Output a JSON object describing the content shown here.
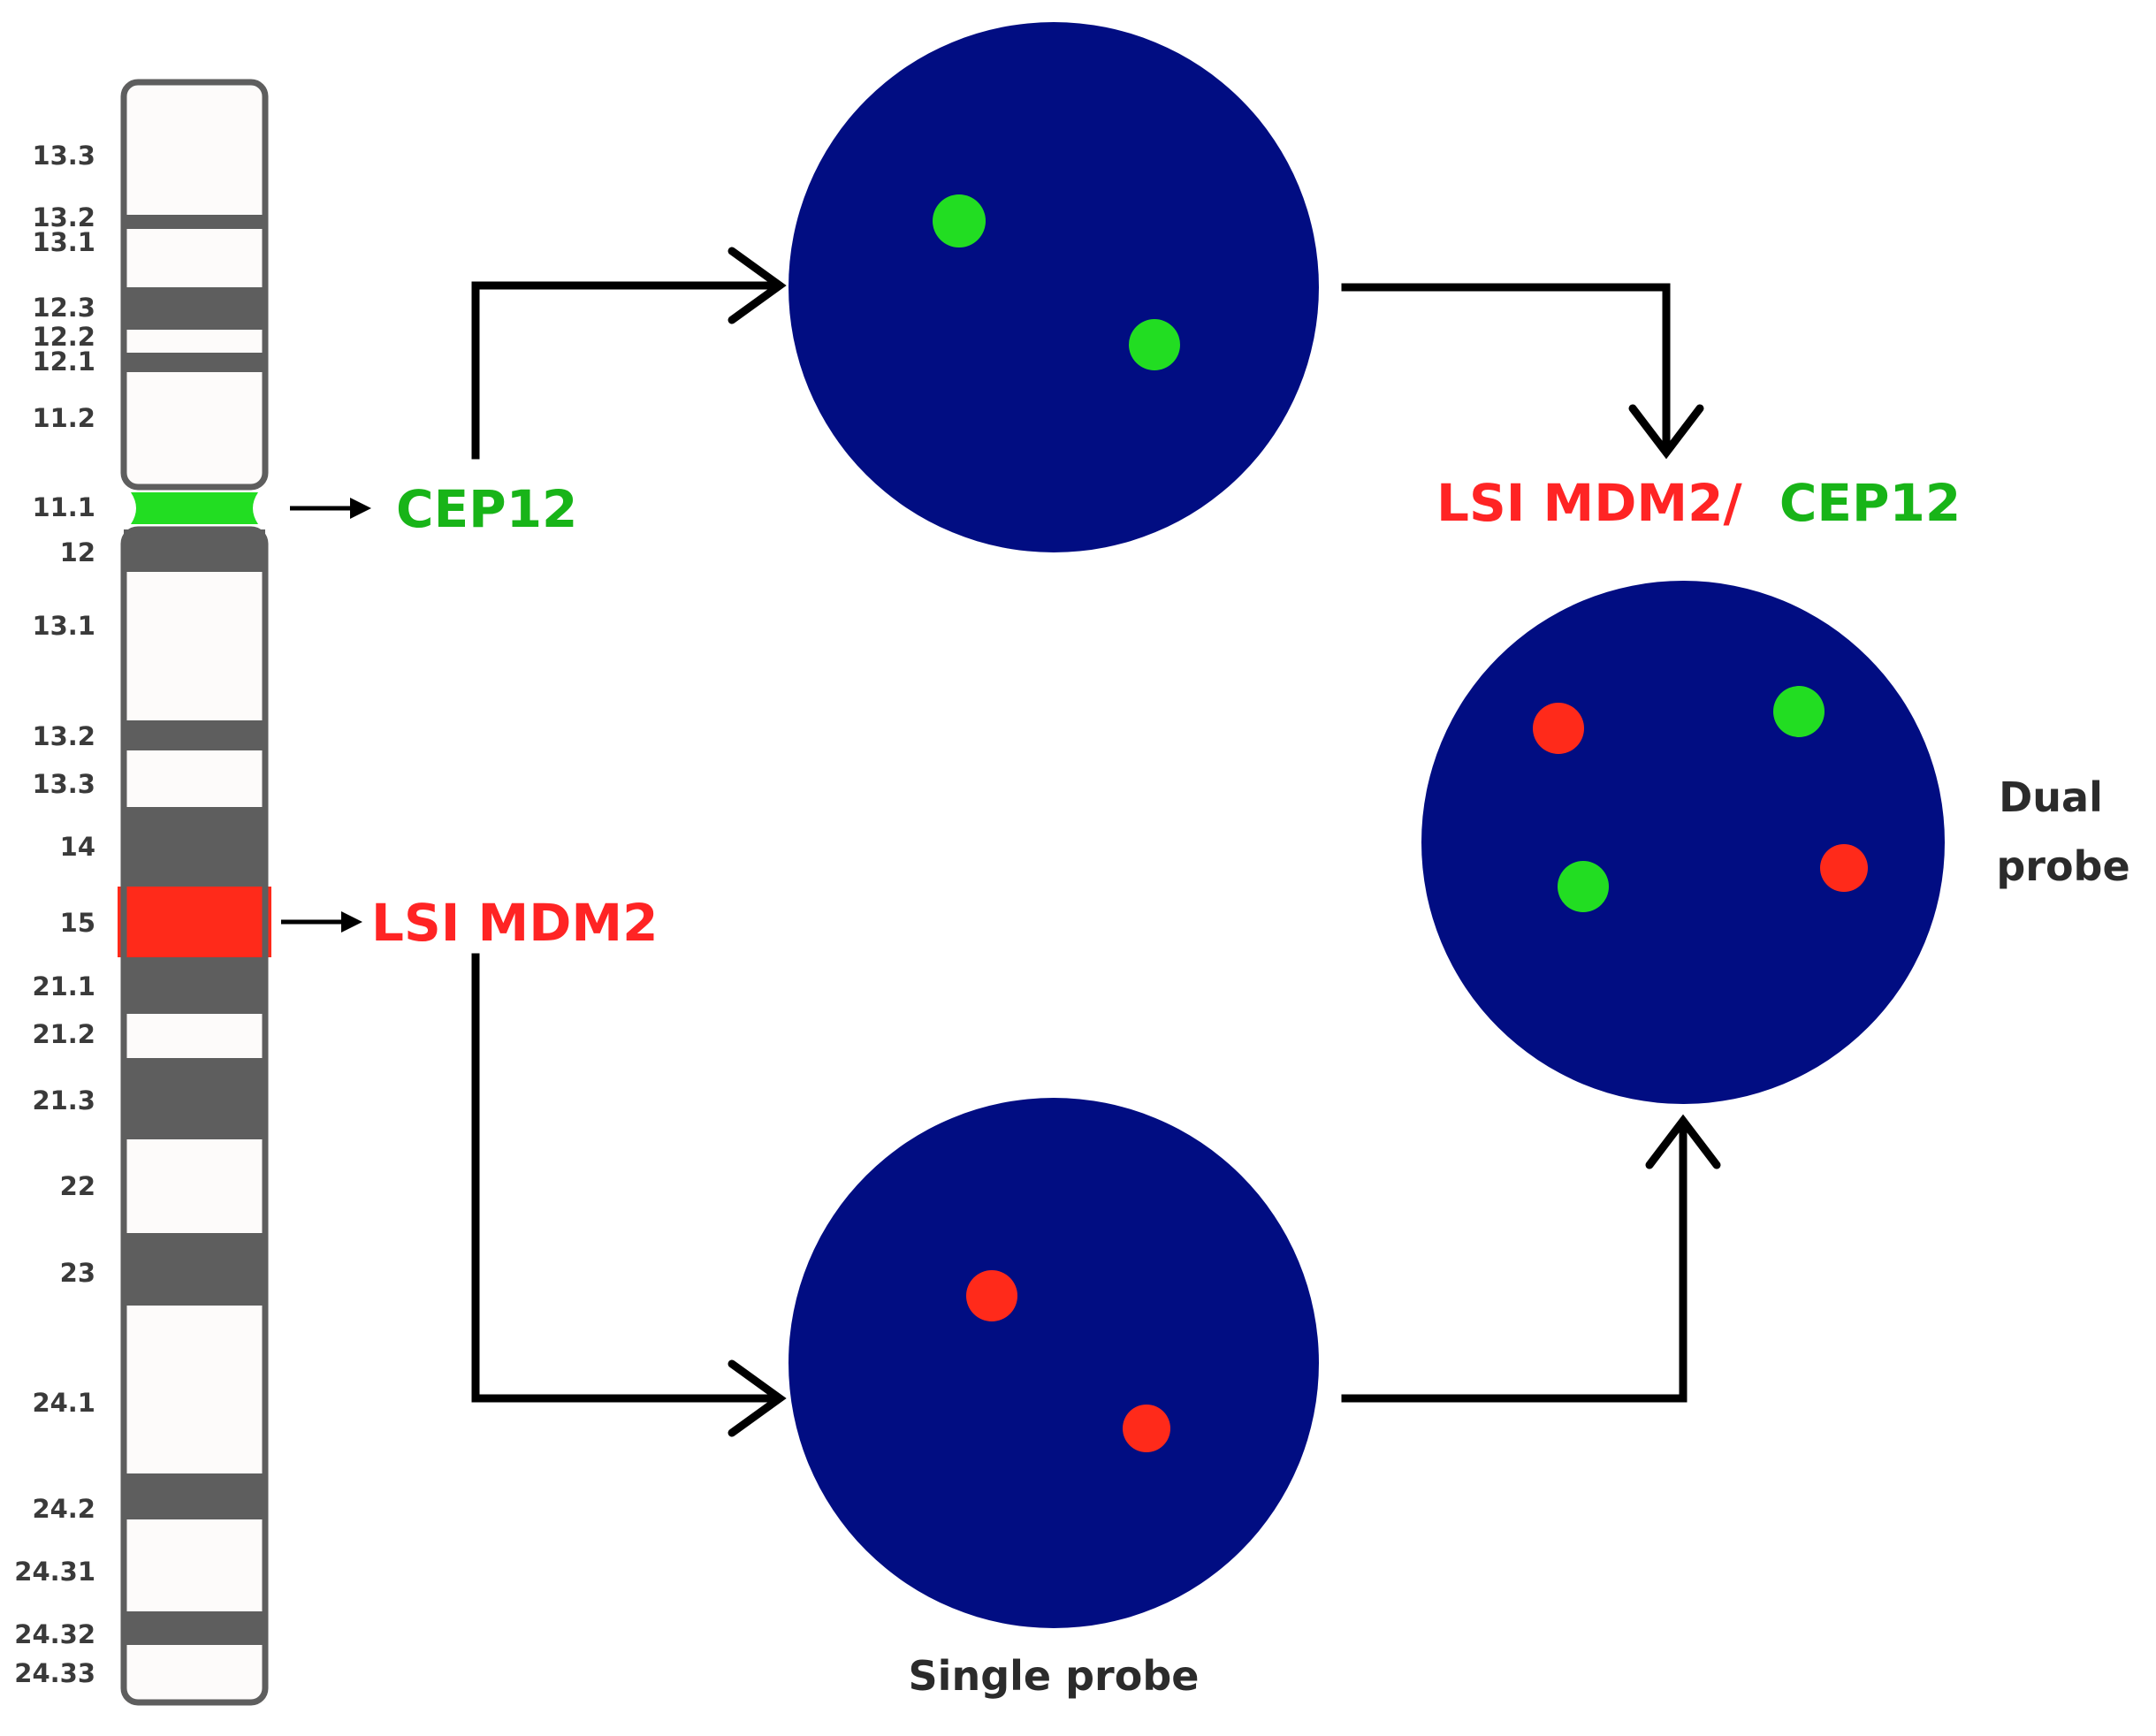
{
  "colors": {
    "cell": "#010d82",
    "green_signal": "#22dd22",
    "red_signal": "#ff2a1a",
    "dark_band": "#5e5e5e",
    "light_band": "#fdfbfa",
    "green_label": "#18b418",
    "red_label": "#ff2424"
  },
  "chromosome": {
    "band_labels": [
      "13.3",
      "13.2",
      "13.1",
      "12.3",
      "12.2",
      "12.1",
      "11.2",
      "11.1",
      "12",
      "13.1",
      "13.2",
      "13.3",
      "14",
      "15",
      "21.1",
      "21.2",
      "21.3",
      "22",
      "23",
      "24.1",
      "24.2",
      "24.31",
      "24.32",
      "24.33"
    ]
  },
  "probes": {
    "cep12": "CEP12",
    "lsi_mdm2": "LSI MDM2",
    "combined_red": "LSI MDM2/",
    "combined_green": "CEP12"
  },
  "captions": {
    "single": "Single probe",
    "dual_line1": "Dual",
    "dual_line2": "probe"
  },
  "cells": [
    {
      "name": "cep12-cell",
      "signals": [
        "green",
        "green"
      ]
    },
    {
      "name": "mdm2-cell",
      "signals": [
        "red",
        "red"
      ]
    },
    {
      "name": "dual-cell",
      "signals": [
        "red",
        "green",
        "green",
        "red"
      ]
    }
  ],
  "icons": [
    "arrow-right-icon",
    "arrow-down-icon",
    "arrow-up-icon"
  ]
}
